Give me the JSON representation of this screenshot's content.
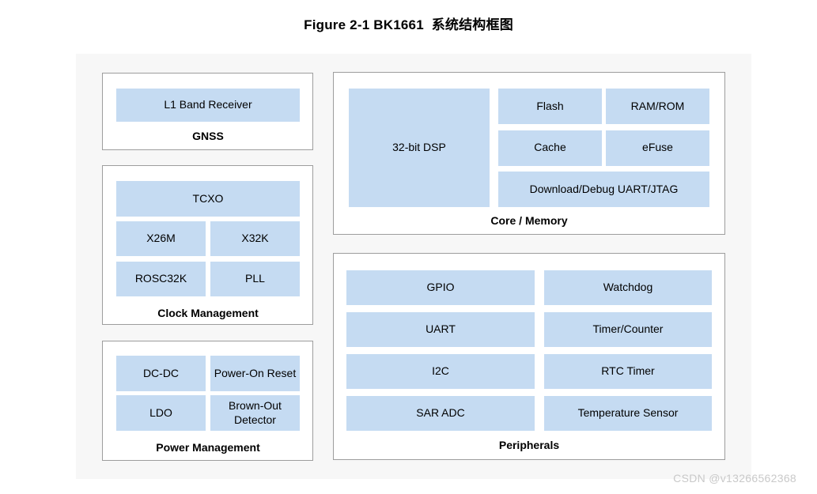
{
  "title": "Figure 2-1 BK1661  系统结构框图",
  "watermark": "CSDN @v13266562368",
  "colors": {
    "canvas_bg": "#f7f7f7",
    "block_fill": "#c5dbf2",
    "panel_border": "#9d9d9d",
    "text": "#000000",
    "watermark": "#c9c9c9"
  },
  "diagram": {
    "gnss": {
      "label": "GNSS",
      "blocks": {
        "receiver": "L1 Band Receiver"
      }
    },
    "clock": {
      "label": "Clock Management",
      "blocks": {
        "tcxo": "TCXO",
        "x26m": "X26M",
        "x32k": "X32K",
        "rosc32k": "ROSC32K",
        "pll": "PLL"
      }
    },
    "power": {
      "label": "Power Management",
      "blocks": {
        "dcdc": "DC-DC",
        "por": "Power-On Reset",
        "ldo": "LDO",
        "bod": "Brown-Out Detector"
      }
    },
    "core": {
      "label": "Core / Memory",
      "blocks": {
        "dsp": "32-bit DSP",
        "flash": "Flash",
        "ramrom": "RAM/ROM",
        "cache": "Cache",
        "efuse": "eFuse",
        "debug": "Download/Debug UART/JTAG"
      }
    },
    "peripherals": {
      "label": "Peripherals",
      "blocks": {
        "gpio": "GPIO",
        "watchdog": "Watchdog",
        "uart": "UART",
        "timer": "Timer/Counter",
        "i2c": "I2C",
        "rtc": "RTC Timer",
        "saradc": "SAR ADC",
        "tempsensor": "Temperature Sensor"
      }
    }
  }
}
